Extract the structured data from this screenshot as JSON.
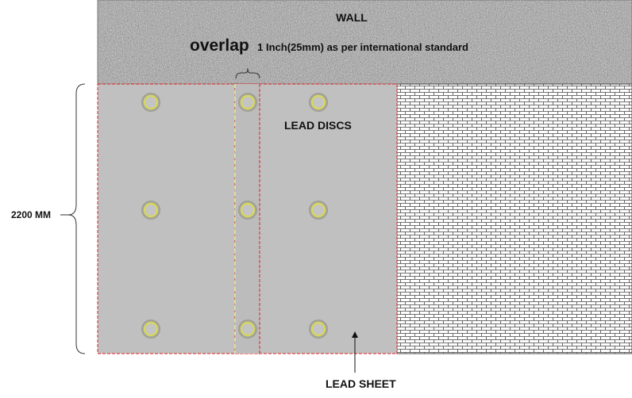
{
  "labels": {
    "wall": "WALL",
    "overlap_word": "overlap",
    "overlap_desc": "1 Inch(25mm) as per international standard",
    "lead_discs": "LEAD DISCS",
    "dimension": "2200 MM",
    "lead_sheet": "LEAD SHEET"
  },
  "colors": {
    "sheet_fill": "#c0c0c0",
    "sheet_border": "#e02020",
    "overlap_line": "#f0f080",
    "disc_ring": "#d8d858",
    "brick_line": "#444444"
  },
  "discs": {
    "columns": 3,
    "rows": 3
  }
}
